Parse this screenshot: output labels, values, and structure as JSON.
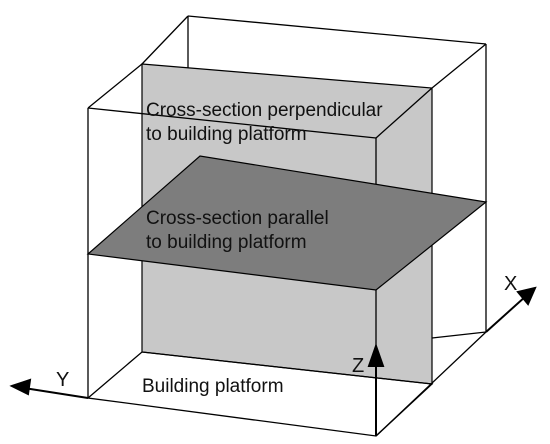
{
  "labels": {
    "perpendicular_line1": "Cross-section perpendicular",
    "perpendicular_line2": "to building platform",
    "parallel_line1": "Cross-section parallel",
    "parallel_line2": "to building platform",
    "platform": "Building platform"
  },
  "axes": {
    "x": "X",
    "y": "Y",
    "z": "Z"
  },
  "colors": {
    "perpendicular_plane": "#c8c8c8",
    "parallel_plane": "#7d7d7d",
    "edges": "#000000"
  }
}
